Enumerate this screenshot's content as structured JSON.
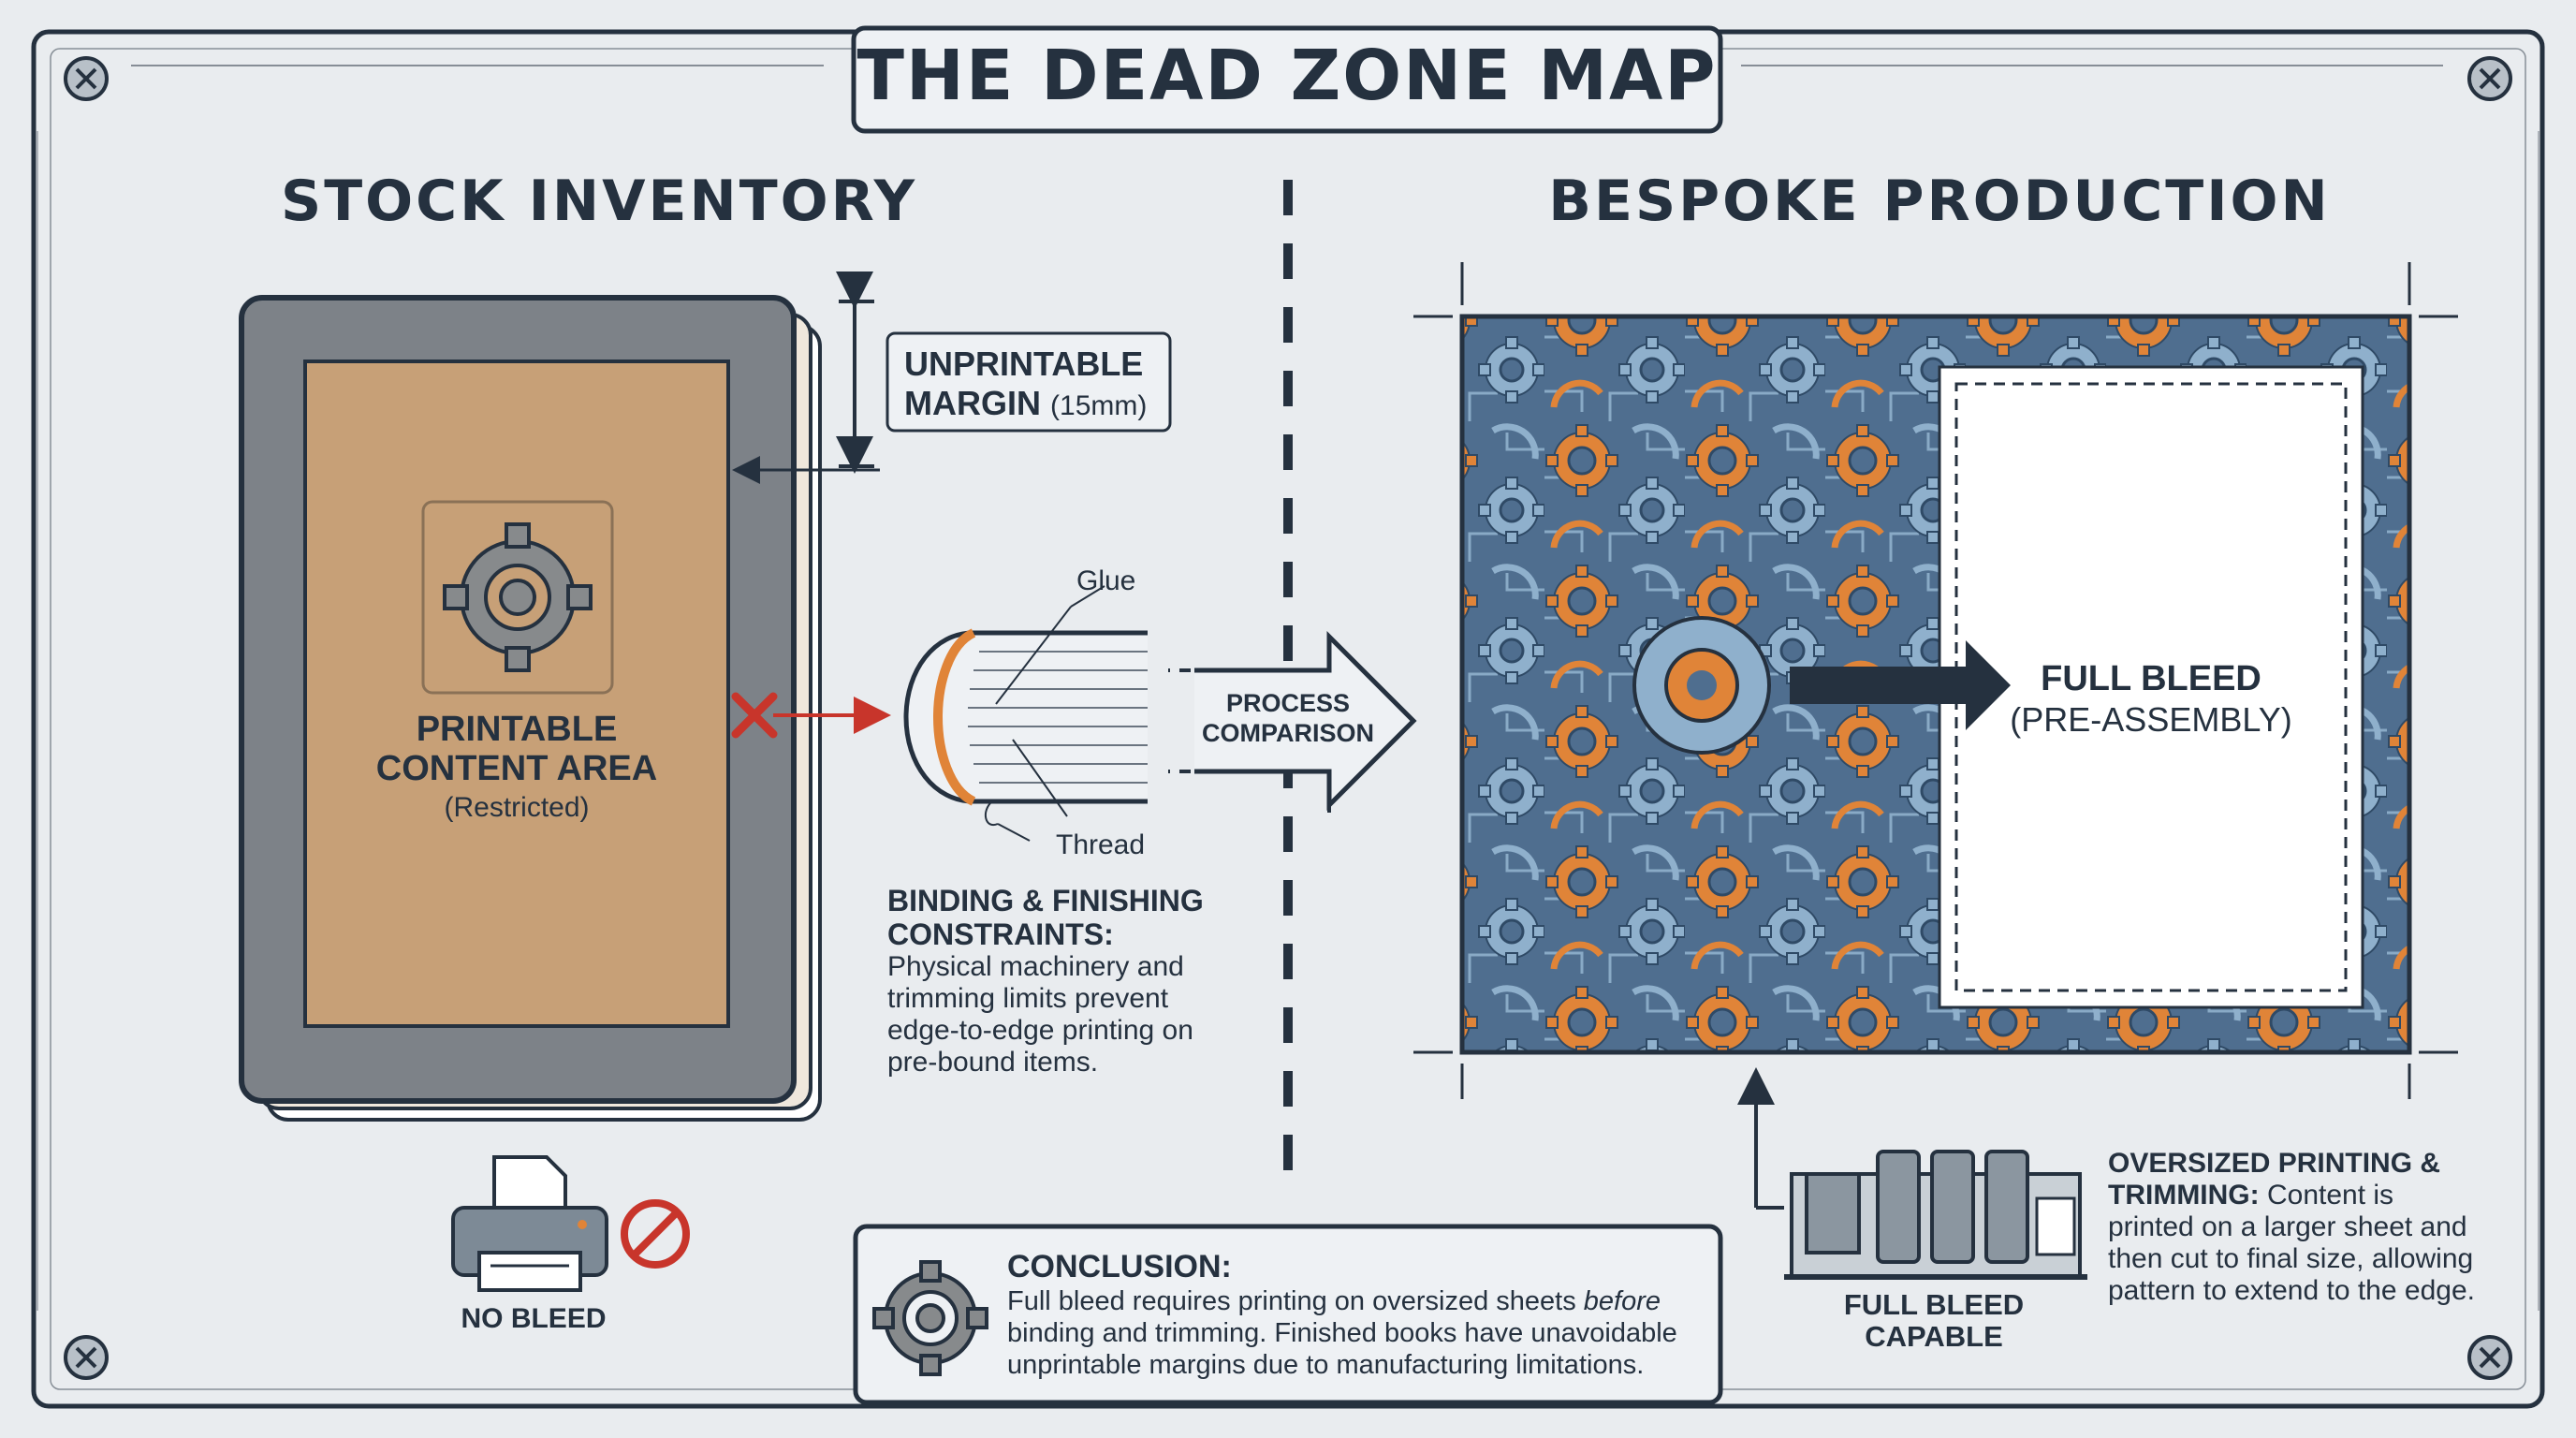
{
  "title": "THE DEAD ZONE MAP",
  "left": {
    "heading": "STOCK INVENTORY",
    "printable_area": {
      "line1": "PRINTABLE",
      "line2": "CONTENT AREA",
      "note": "(Restricted)"
    },
    "margin_callout": {
      "line1": "UNPRINTABLE",
      "line2_bold": "MARGIN",
      "line2_rest": "(15mm)"
    },
    "spine_labels": {
      "glue": "Glue",
      "thread": "Thread"
    },
    "binding": {
      "heading_line1": "BINDING & FINISHING",
      "heading_line2": "CONSTRAINTS:",
      "body": [
        "Physical machinery and",
        "trimming limits prevent",
        "edge-to-edge printing on",
        "pre-bound items."
      ]
    },
    "no_bleed_label": "NO BLEED"
  },
  "center": {
    "arrow_line1": "PROCESS",
    "arrow_line2": "COMPARISON"
  },
  "right": {
    "heading": "BESPOKE PRODUCTION",
    "full_bleed": {
      "line1": "FULL BLEED",
      "line2": "(PRE-ASSEMBLY)"
    },
    "capable_label": {
      "line1": "FULL BLEED",
      "line2": "CAPABLE"
    },
    "oversized": {
      "heading_line1": "OVERSIZED PRINTING &",
      "heading_line2_bold": "TRIMMING:",
      "line2_rest": "Content is",
      "body": [
        "printed on a larger sheet and",
        "then cut to final size, allowing",
        "pattern to extend to the edge."
      ]
    }
  },
  "conclusion": {
    "heading": "CONCLUSION:",
    "line1_a": "Full bleed requires printing on oversized sheets ",
    "line1_em": "before",
    "line2": "binding and trimming. Finished books have unavoidable",
    "line3": "unprintable margins due to manufacturing limitations."
  },
  "colors": {
    "navy": "#25313f",
    "kraft": "#c7a077",
    "slate": "#4f6e8f",
    "orange": "#e08438",
    "steel": "#8fb0cc",
    "red": "#c8352b"
  }
}
